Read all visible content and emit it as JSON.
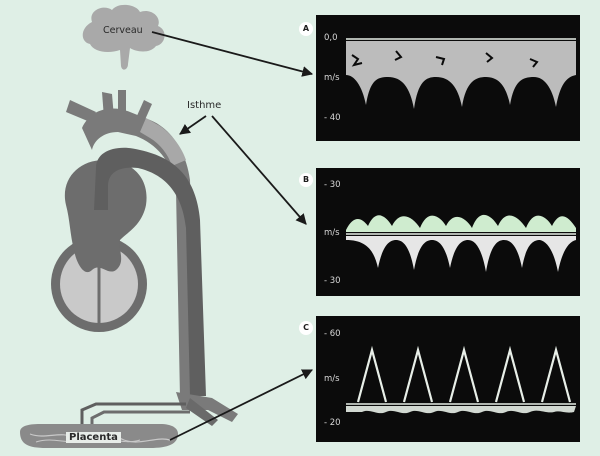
{
  "labels": {
    "brain": "Cerveau",
    "isthmus": "Isthme",
    "placenta": "Placenta"
  },
  "panels": [
    {
      "letter": "A",
      "top_tick": "0,0",
      "unit": "m/s",
      "bottom_tick": "- 40"
    },
    {
      "letter": "B",
      "top_tick": "- 30",
      "unit": "m/s",
      "bottom_tick": "- 30"
    },
    {
      "letter": "C",
      "top_tick": "- 60",
      "unit": "m/s",
      "bottom_tick": "- 20"
    }
  ],
  "colors": {
    "background": "#dfefe6",
    "heart_dark": "#6d6d6d",
    "heart_light": "#c9c9c9",
    "isthmus": "#a8a8a8",
    "scope_bg": "#0b0b0b",
    "doppler_signal": "#e8efe8"
  }
}
